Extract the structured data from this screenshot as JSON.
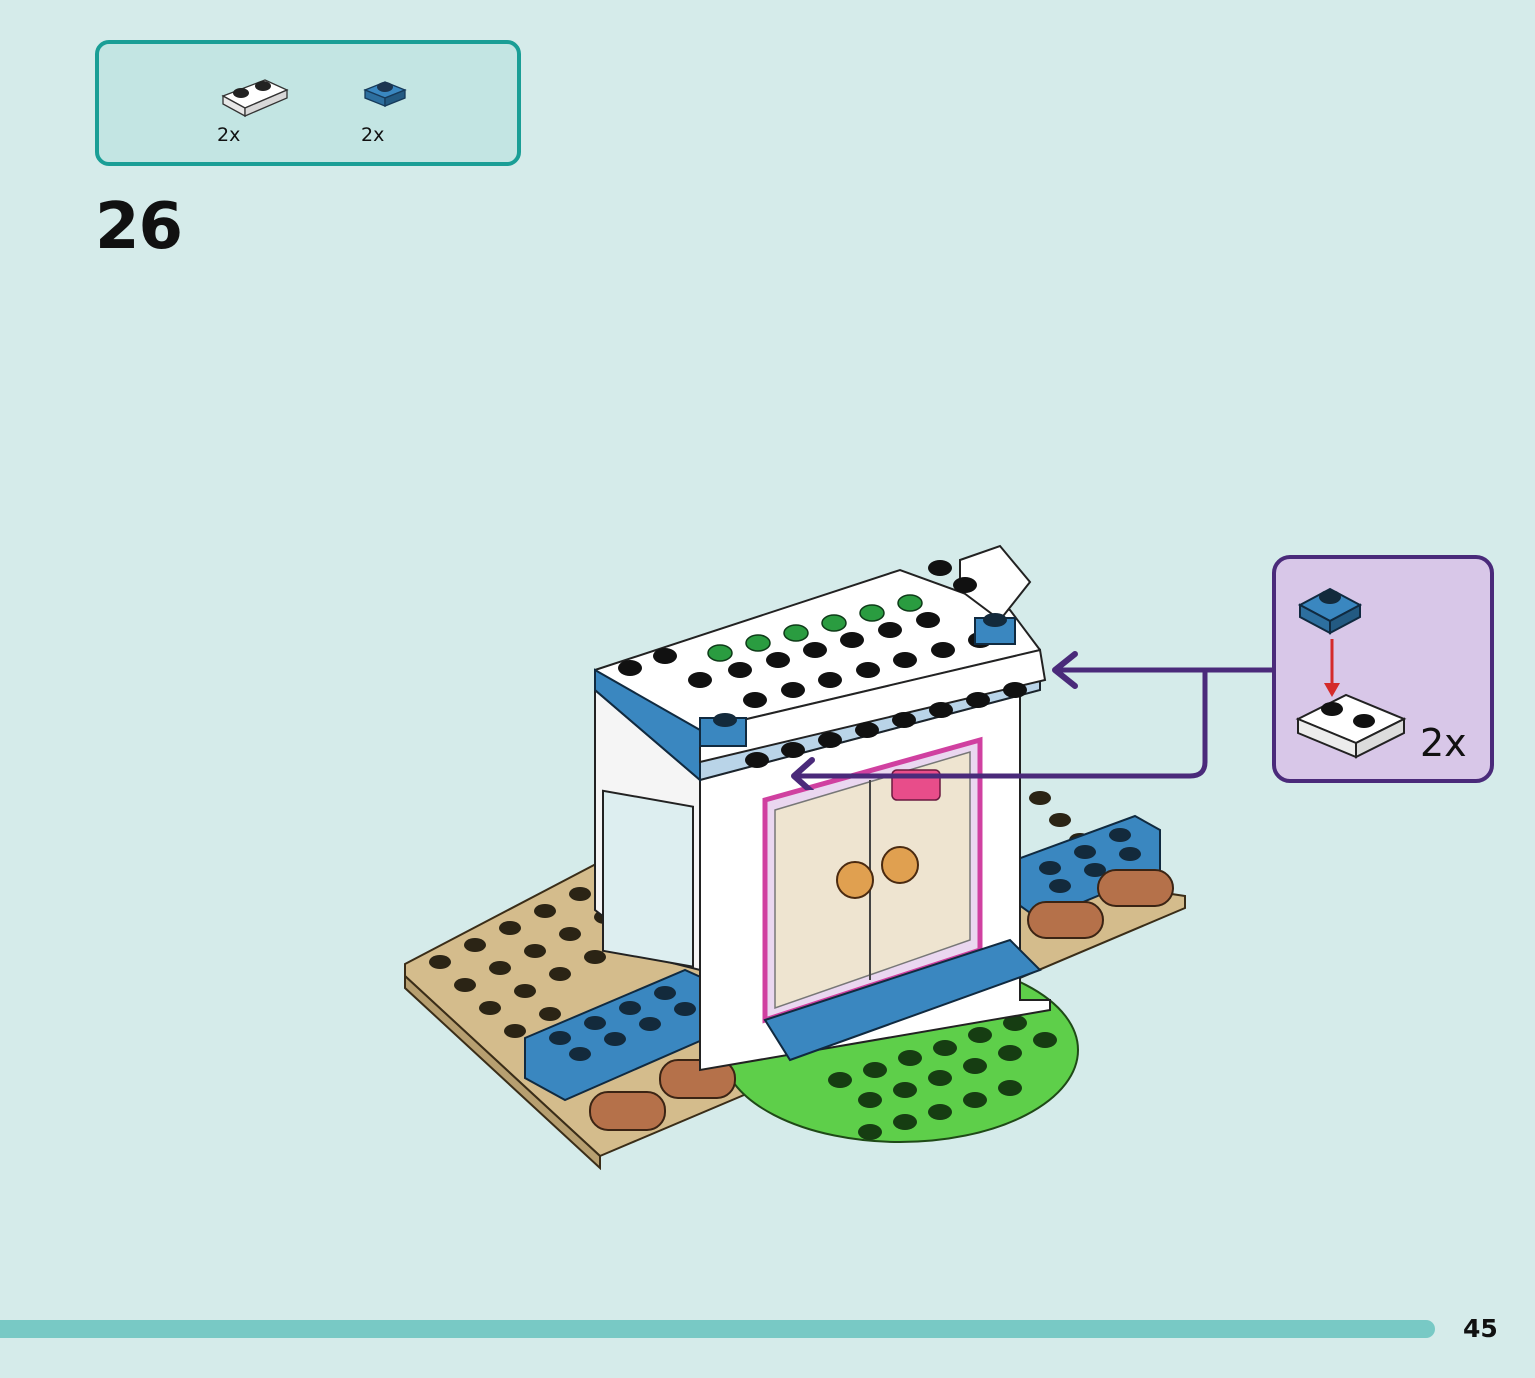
{
  "parts_list": {
    "items": [
      {
        "icon": "white-plate-1x2-icon",
        "color": "#ffffff",
        "quantity": "2x"
      },
      {
        "icon": "blue-plate-1x1-icon",
        "color": "#3a87c0",
        "quantity": "2x"
      }
    ]
  },
  "step": {
    "number": "26"
  },
  "callout": {
    "quantity": "2x",
    "arrow_color": "#4a2a7a"
  },
  "colors": {
    "background": "#d5ebea",
    "parts_border": "#1a9e96",
    "callout_bg": "#d8c7e8",
    "footer_bar": "#78c9c5"
  },
  "footer": {
    "page_number": "45"
  }
}
